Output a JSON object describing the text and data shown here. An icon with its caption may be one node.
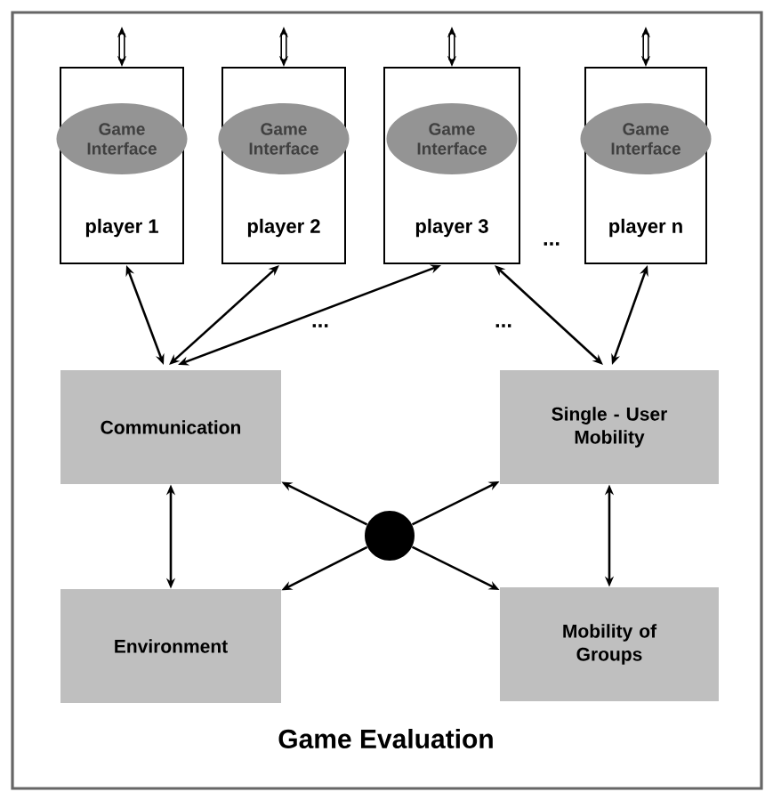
{
  "diagram": {
    "nodes": [
      {
        "text": [
          "Game Evaluation"
        ]
      },
      {
        "text": [
          "player 1"
        ],
        "in": 0
      },
      {
        "text": [
          "Game Interface"
        ],
        "in": 1
      },
      {
        "text": [
          "player 2"
        ],
        "in": 0
      },
      {
        "text": [
          "Game Interface"
        ],
        "in": 3
      },
      {
        "text": [
          "player 3"
        ],
        "in": 0
      },
      {
        "text": [
          "Game Interface"
        ],
        "in": 5
      },
      {
        "text": [
          "player n"
        ],
        "in": 0
      },
      {
        "text": [
          "Game Interface"
        ],
        "in": 7
      },
      {
        "text": [
          "Communication"
        ],
        "in": 0
      },
      {
        "text": [
          "Single - User Mobility"
        ],
        "in": 0
      },
      {
        "text": [],
        "shape": "circle",
        "in": 0
      },
      {
        "text": [
          "Environment"
        ],
        "in": 0
      },
      {
        "text": [
          "Mobility of Groups"
        ],
        "in": 0
      }
    ],
    "edges": [
      {
        "from": null,
        "to": 1,
        "arrow": "both",
        "style": "thick"
      },
      {
        "from": null,
        "to": 3,
        "arrow": "both",
        "style": "thick"
      },
      {
        "from": null,
        "to": 5,
        "arrow": "both",
        "style": "thick"
      },
      {
        "from": null,
        "to": 7,
        "arrow": "both",
        "style": "thick"
      },
      {
        "from": 1,
        "to": 9,
        "arrow": "both"
      },
      {
        "from": 3,
        "to": 9,
        "arrow": "both"
      },
      {
        "from": 5,
        "to": 9,
        "arrow": "both"
      },
      {
        "from": 5,
        "to": 10,
        "arrow": "both"
      },
      {
        "from": 7,
        "to": 10,
        "arrow": "both"
      },
      {
        "from": 9,
        "to": 12,
        "arrow": "both"
      },
      {
        "from": 10,
        "to": 13,
        "arrow": "both"
      },
      {
        "from": 11,
        "to": 9,
        "arrow": "to"
      },
      {
        "from": 11,
        "to": 10,
        "arrow": "to"
      },
      {
        "from": 11,
        "to": 12,
        "arrow": "to"
      },
      {
        "from": 11,
        "to": 13,
        "arrow": "to"
      }
    ],
    "labels": [
      "...",
      "...",
      "..."
    ]
  }
}
